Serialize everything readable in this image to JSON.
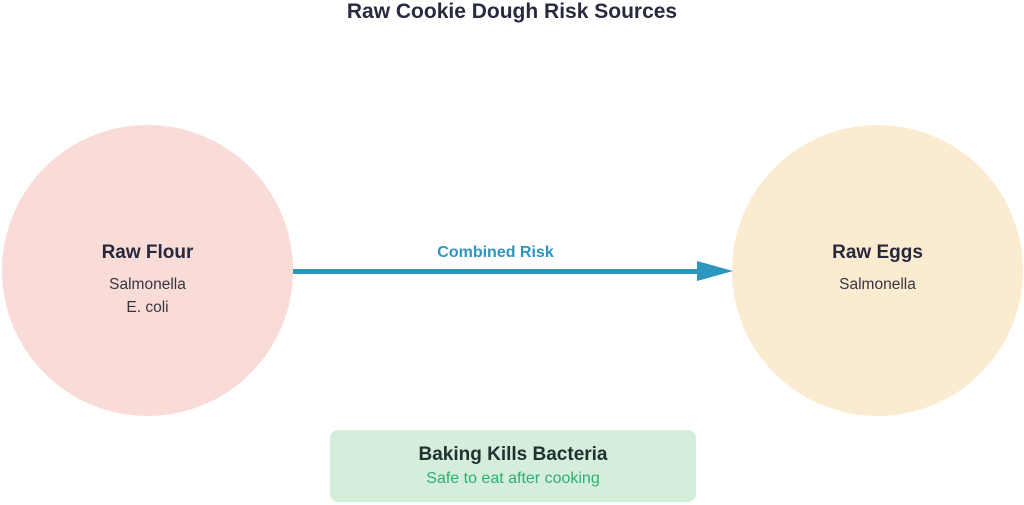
{
  "title": "Raw Cookie Dough Risk Sources",
  "colors": {
    "title_text": "#272b3d",
    "flour_fill": "#f9dbd8",
    "eggs_fill": "#fbebd0",
    "node_label_text": "#27283c",
    "node_sublabel_text": "#36363f",
    "edge_color": "#2d96be",
    "note_fill": "#d5eedc",
    "note_title_text": "#213231",
    "note_subtitle_text": "#2fae74"
  },
  "nodes": {
    "flour": {
      "label": "Raw Flour",
      "sublabels": [
        "Salmonella",
        "E. coli"
      ]
    },
    "eggs": {
      "label": "Raw Eggs",
      "sublabels": [
        "Salmonella"
      ]
    }
  },
  "edge": {
    "label": "Combined Risk"
  },
  "note": {
    "title": "Baking Kills Bacteria",
    "subtitle": "Safe to eat after cooking"
  }
}
